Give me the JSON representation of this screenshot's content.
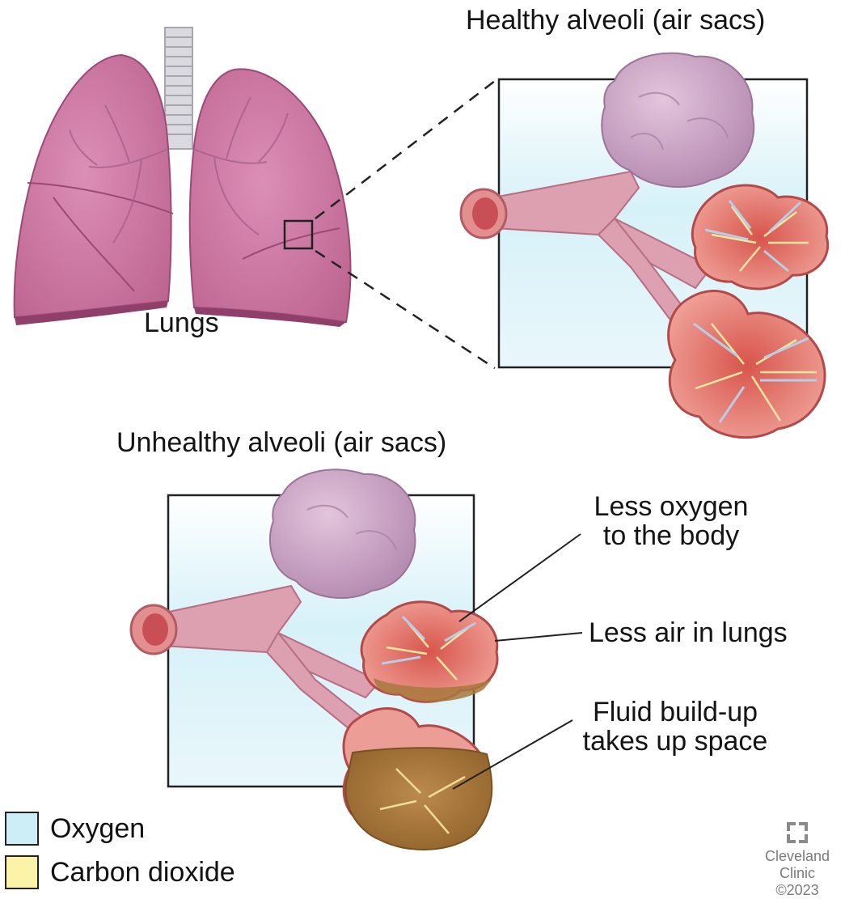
{
  "labels": {
    "healthy_title": "Healthy alveoli (air sacs)",
    "lungs": "Lungs",
    "unhealthy_title": "Unhealthy alveoli (air sacs)",
    "less_oxygen_line1": "Less oxygen",
    "less_oxygen_line2": "to the body",
    "less_air": "Less air in lungs",
    "fluid_line1": "Fluid build-up",
    "fluid_line2": "takes up space"
  },
  "legend": [
    {
      "label": "Oxygen",
      "color": "#cdeef6"
    },
    {
      "label": "Carbon dioxide",
      "color": "#fbf3a8"
    }
  ],
  "logo": {
    "line1": "Cleveland",
    "line2": "Clinic",
    "line3": "©2023"
  },
  "colors": {
    "lung": "#cf7aa4",
    "lung_dark": "#a9557f",
    "alveoli_cluster": "#c9a3c4",
    "airway": "#dc9aa8",
    "alveoli_inner": "#e2786f",
    "fluid": "#a8783c",
    "oxygen_fill": "#d6f1f8"
  }
}
